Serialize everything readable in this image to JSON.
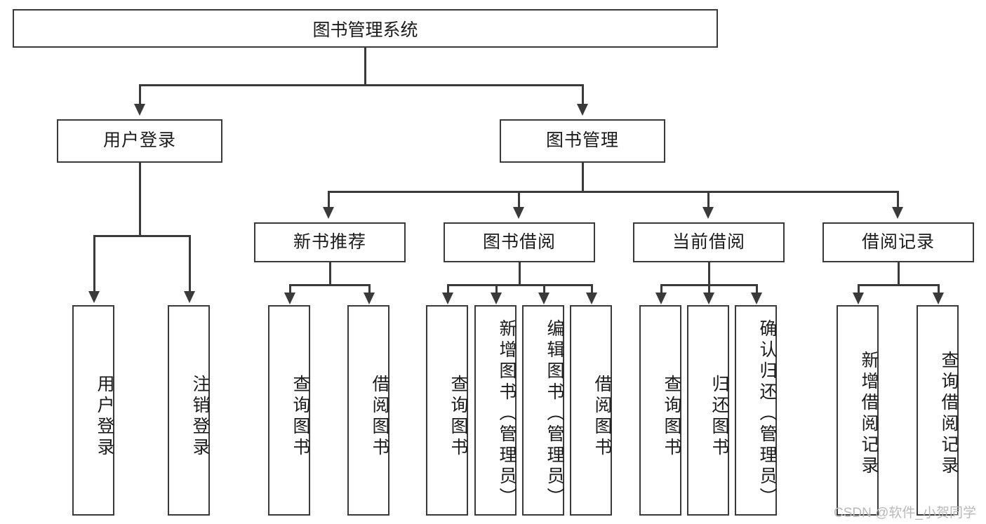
{
  "diagram": {
    "title": "图书管理系统",
    "root": {
      "label": "图书管理系统"
    },
    "level2": [
      {
        "label": "用户登录"
      },
      {
        "label": "图书管理"
      }
    ],
    "level3": [
      {
        "label": "新书推荐"
      },
      {
        "label": "图书借阅"
      },
      {
        "label": "当前借阅"
      },
      {
        "label": "借阅记录"
      }
    ],
    "leaves": {
      "user_login": [
        {
          "label": "用户登录"
        },
        {
          "label": "注销登录"
        }
      ],
      "new_book_recommend": [
        {
          "label": "查询图书"
        },
        {
          "label": "借阅图书"
        }
      ],
      "book_borrow": [
        {
          "label": "查询图书"
        },
        {
          "label": "新增图书（管理员）"
        },
        {
          "label": "编辑图书（管理员）"
        },
        {
          "label": "借阅图书"
        }
      ],
      "current_borrow": [
        {
          "label": "查询图书"
        },
        {
          "label": "归还图书"
        },
        {
          "label": "确认归还（管理员）"
        }
      ],
      "borrow_record": [
        {
          "label": "新增借阅记录"
        },
        {
          "label": "查询借阅记录"
        }
      ]
    }
  },
  "watermark": {
    "text": "CSDN @软件_小贺同学"
  },
  "colors": {
    "stroke": "#3a3a3a",
    "text": "#1b1b1b",
    "background": "#ffffff",
    "watermark": "#b9b9b9"
  }
}
